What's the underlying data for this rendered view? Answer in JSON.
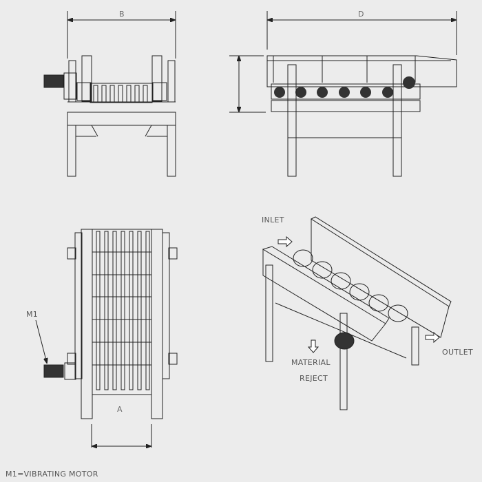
{
  "dimensions": {
    "front_width": "B",
    "side_length": "D",
    "top_width": "A"
  },
  "labels": {
    "motor_callout": "M1",
    "inlet": "INLET",
    "outlet": "OUTLET",
    "material_reject_line1": "MATERIAL",
    "material_reject_line2": "REJECT"
  },
  "legend": {
    "motor_key": "M1=VIBRATING MOTOR"
  },
  "views": [
    "front-view",
    "side-view",
    "top-view",
    "isometric-view"
  ],
  "colors": {
    "background": "#ececec",
    "line": "#222222",
    "text": "#555555"
  }
}
